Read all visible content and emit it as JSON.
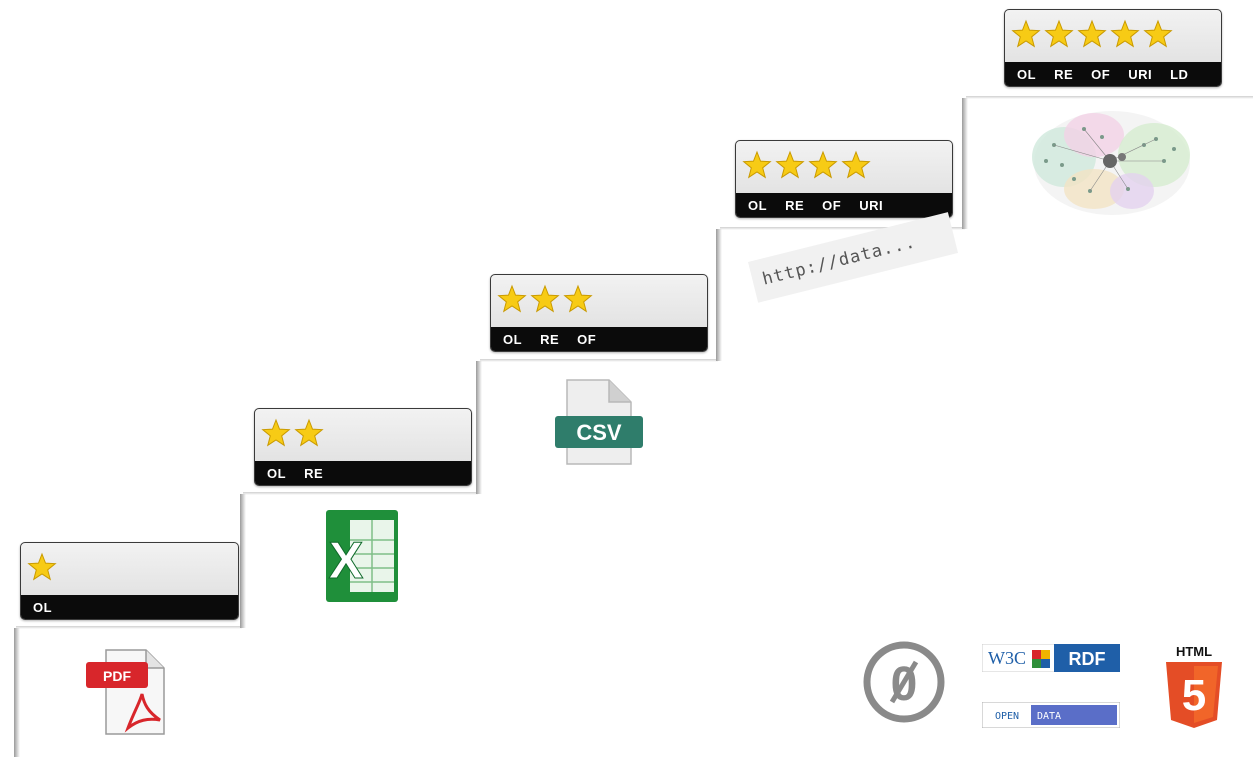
{
  "levels": [
    {
      "stars": 1,
      "rating": "1 of 5 stars",
      "labels": [
        "OL"
      ],
      "file_icon": "pdf-icon"
    },
    {
      "stars": 2,
      "rating": "2 of 5 stars",
      "labels": [
        "OL",
        "RE"
      ],
      "file_icon": "excel-icon"
    },
    {
      "stars": 3,
      "rating": "3 of 5 stars",
      "labels": [
        "OL",
        "RE",
        "OF"
      ],
      "file_icon": "csv-icon"
    },
    {
      "stars": 4,
      "rating": "4 of 5 stars",
      "labels": [
        "OL",
        "RE",
        "OF",
        "URI"
      ],
      "file_icon": "uri-label"
    },
    {
      "stars": 5,
      "rating": "5 of 5 stars",
      "labels": [
        "OL",
        "RE",
        "OF",
        "URI",
        "LD"
      ],
      "file_icon": "linked-data-cloud-icon"
    }
  ],
  "icons": {
    "pdf_text": "PDF",
    "csv_text": "CSV",
    "excel_text": "X",
    "uri_text": "http://data...",
    "cc_zero_text": "0",
    "w3c_text": "W3C",
    "rdf_text": "RDF",
    "open_text": "OPEN",
    "data_text": "DATA",
    "html_text": "HTML",
    "html_number": "5"
  },
  "colors": {
    "star": "#f7cb15",
    "star_edge": "#c99a00",
    "badge_bar": "#0b0b0b",
    "pdf_red": "#d8262b",
    "csv_green": "#2f7d6b",
    "excel_green": "#1f8f3a",
    "html5_orange": "#e44d26",
    "rdf_blue": "#1f5fa8",
    "cc_gray": "#8a8a8a"
  }
}
